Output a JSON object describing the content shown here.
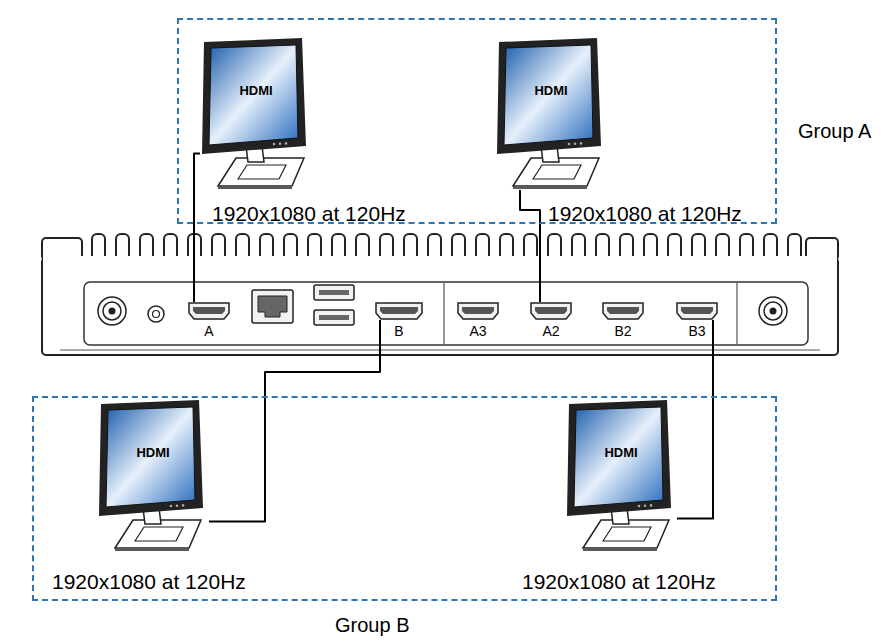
{
  "diagram": {
    "nodes": [
      {
        "text": [
          "Group A"
        ]
      },
      {
        "text": [
          "HDMI",
          "1920x1080 at 120Hz"
        ],
        "in": 0
      },
      {
        "text": [
          "HDMI",
          "1920x1080 at 120Hz"
        ],
        "in": 0
      },
      {
        "text": [
          "A"
        ]
      },
      {
        "text": [
          "B"
        ]
      },
      {
        "text": [
          "A3"
        ]
      },
      {
        "text": [
          "A2"
        ]
      },
      {
        "text": [
          "B2"
        ]
      },
      {
        "text": [
          "B3"
        ]
      },
      {
        "text": [
          "Group B"
        ]
      },
      {
        "text": [
          "HDMI",
          "1920x1080 at 120Hz"
        ],
        "in": 9
      },
      {
        "text": [
          "HDMI",
          "1920x1080 at 120Hz"
        ],
        "in": 9
      }
    ],
    "edges": [
      {
        "from": 3,
        "to": 1,
        "arrow": "none"
      },
      {
        "from": 6,
        "to": 2,
        "arrow": "none"
      },
      {
        "from": 4,
        "to": 10,
        "arrow": "none"
      },
      {
        "from": 8,
        "to": 11,
        "arrow": "none"
      }
    ]
  }
}
